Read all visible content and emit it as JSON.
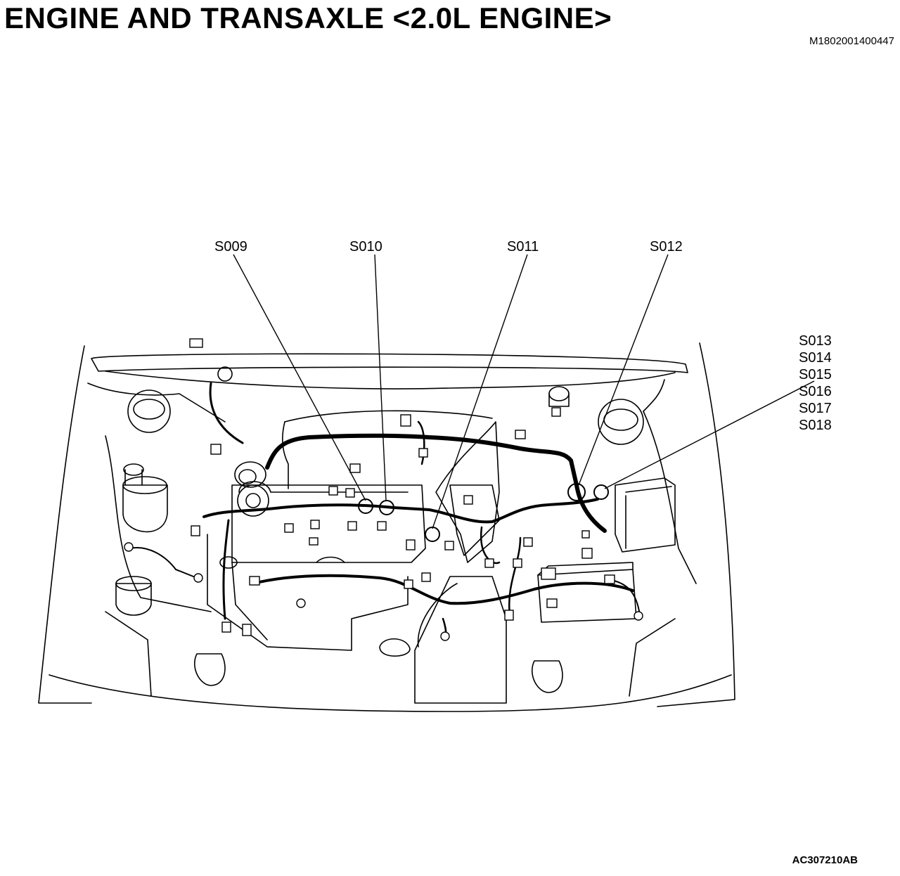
{
  "title": "ENGINE AND TRANSAXLE <2.0L ENGINE>",
  "doc_id": "M1802001400447",
  "figure_id": "AC307210AB",
  "splice_labels": {
    "s009": "S009",
    "s010": "S010",
    "s011": "S011",
    "s012": "S012",
    "group": [
      "S013",
      "S014",
      "S015",
      "S016",
      "S017",
      "S018"
    ]
  }
}
